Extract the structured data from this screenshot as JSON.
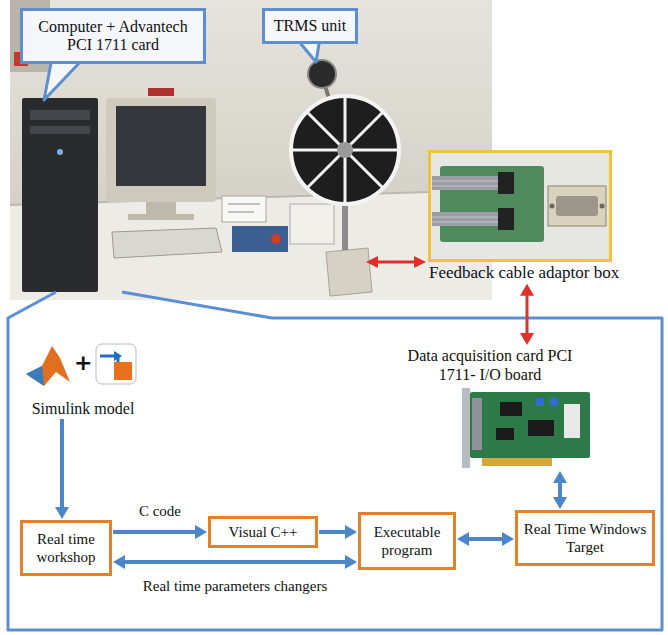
{
  "diagram": {
    "nodes": [
      {
        "text": [
          "Computer + Advantech PCI 1711 card"
        ]
      },
      {
        "text": [
          "TRMS unit"
        ]
      },
      {
        "text": [
          "Feedback cable adaptor box"
        ]
      },
      {
        "text": [
          "Simulink model"
        ]
      },
      {
        "text": [
          "Data acquisition card PCI 1711- I/O board"
        ]
      },
      {
        "text": [
          "Real time workshop"
        ]
      },
      {
        "text": [
          "Visual C++"
        ]
      },
      {
        "text": [
          "Executable program"
        ]
      },
      {
        "text": [
          "Real Time Windows Target"
        ]
      }
    ],
    "edges": [
      {
        "from": 3,
        "to": 5,
        "arrow": "to"
      },
      {
        "from": 5,
        "to": 6,
        "arrow": "to",
        "label": "C code"
      },
      {
        "from": 6,
        "to": 7,
        "arrow": "to"
      },
      {
        "from": 5,
        "to": 7,
        "arrow": "both",
        "label": "Real time parameters changers"
      },
      {
        "from": 7,
        "to": 8,
        "arrow": "both"
      },
      {
        "from": 8,
        "to": 4,
        "arrow": "both"
      },
      {
        "from": 2,
        "to": 4,
        "arrow": "both"
      }
    ],
    "labels": [
      "+"
    ]
  }
}
